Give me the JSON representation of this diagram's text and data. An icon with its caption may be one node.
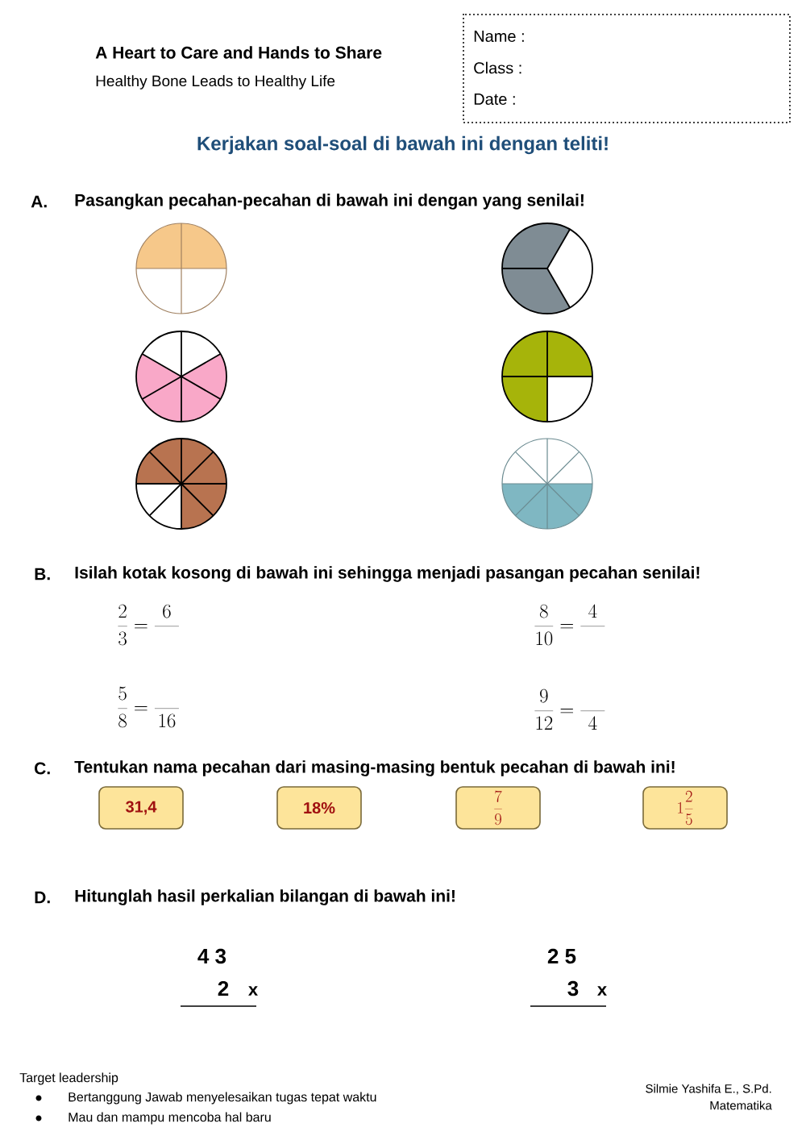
{
  "diagram": {
    "title": "Kerjakan soal-soal di bawah ini dengan teliti!",
    "nodes": [
      {
        "text": [
          "31,4"
        ]
      },
      {
        "text": [
          "18%"
        ]
      },
      {
        "text": [
          "\\frac{7}{9}"
        ]
      },
      {
        "text": [
          "1\\frac{2}{5}"
        ]
      }
    ],
    "labels": [
      "A Heart to Care and Hands to Share",
      "Healthy Bone Leads to Healthy Life",
      "Name :",
      "Class  :",
      "Date   :",
      "A.",
      "Pasangkan pecahan-pecahan di bawah ini dengan yang senilai!",
      "B.",
      "Isilah kotak kosong di bawah ini sehingga menjadi pasangan pecahan senilai!",
      "\\frac{2}{3} = \\frac{6}{\\quad}",
      "\\frac{8}{10} = \\frac{4}{\\quad}",
      "\\frac{5}{8} = \\frac{\\quad}{16}",
      "\\frac{9}{12} = \\frac{\\quad}{4}",
      "C.",
      "Tentukan nama pecahan dari masing-masing bentuk pecahan di bawah ini!",
      "D.",
      "Hitunglah hasil perkalian bilangan di bawah ini!",
      "4 3",
      "2",
      "x",
      "2 5",
      "3",
      "x",
      "Target leadership",
      "Bertanggung Jawab menyelesaikan tugas tepat waktu",
      "Mau dan mampu mencoba hal baru",
      "Silmie Yashifa E., S.Pd.",
      "Matematika"
    ]
  }
}
